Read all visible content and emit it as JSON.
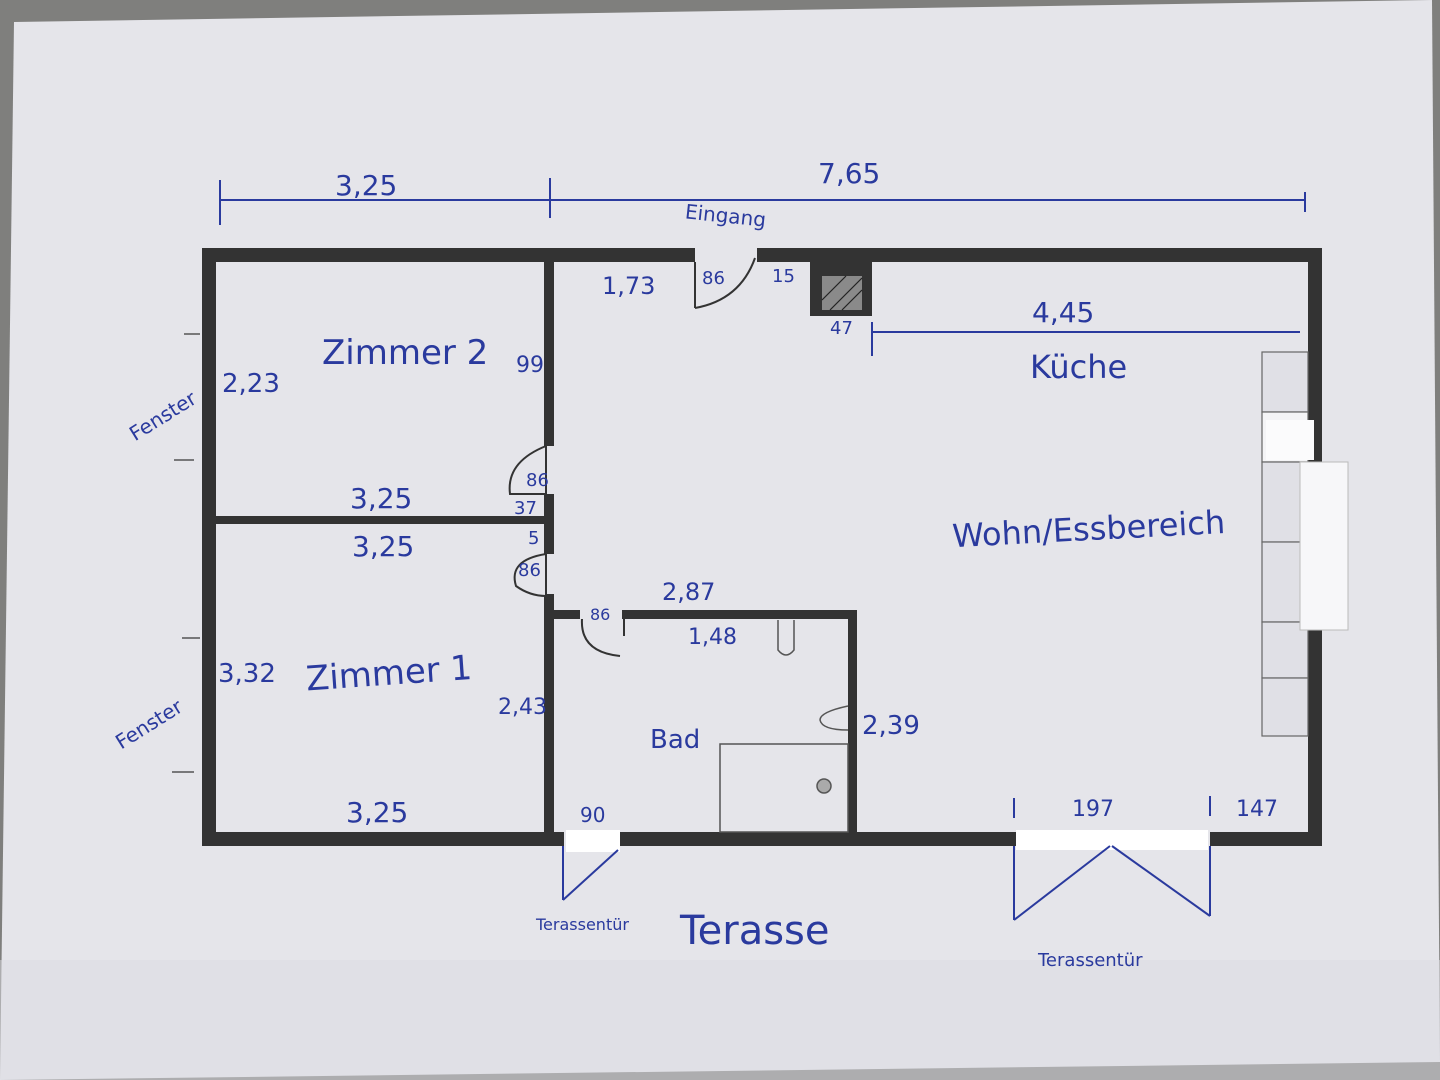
{
  "plan": {
    "dimensions": {
      "top_left_width": "3,25",
      "top_total_width": "7,65",
      "kitchen_width": "4,45",
      "chimney_width": "47",
      "chimney_offset": "15",
      "hall_wall": "1,73",
      "entrance_door": "86",
      "zimmer2_height": "2,23",
      "zimmer2_width": "3,25",
      "zimmer2_right_wall": "99",
      "zimmer2_door": "86",
      "wall_segment_a": "37",
      "wall_segment_b": "5",
      "zimmer1_door": "86",
      "zimmer1_width_top": "3,25",
      "zimmer1_height": "3,32",
      "zimmer1_right_wall": "2,43",
      "zimmer1_width_bottom": "3,25",
      "bath_top_wall": "2,87",
      "bath_door": "86",
      "bath_inner_width": "1,48",
      "bath_right_wall": "2,39",
      "bath_terrace_door": "90",
      "terrace_door_width": "197",
      "terrace_door_offset": "147"
    },
    "labels": {
      "entrance": "Eingang",
      "zimmer2": "Zimmer 2",
      "zimmer1": "Zimmer 1",
      "kitchen": "Küche",
      "living": "Wohn/Essbereich",
      "bath": "Bad",
      "terrace": "Terasse",
      "terrace_door_left": "Terassentür",
      "terrace_door_right": "Terassentür",
      "window_upper": "Fenster",
      "window_lower": "Fenster"
    },
    "colors": {
      "wall": "#333333",
      "ink": "#2a3a9e",
      "paper": "#e6e6ea"
    }
  }
}
